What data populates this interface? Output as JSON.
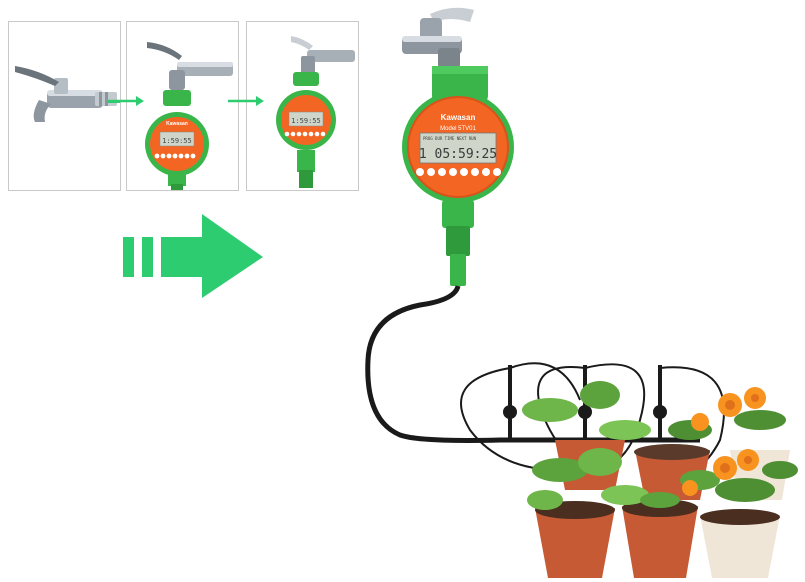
{
  "device": {
    "brand": "Kawasan",
    "model": "Model 5TV01",
    "lcd_main": "1 05:59:25",
    "lcd_labels": "PROG  DUR  TIME  NEXT RUN",
    "small_brand": "Kawasan",
    "small_lcd": "1:59:55"
  },
  "colors": {
    "accent_green": "#2ecc71",
    "device_green": "#3ab54a",
    "device_orange": "#f26522",
    "pot_terracotta": "#c65a35",
    "flower_orange": "#f7931e",
    "hose_black": "#1a1a1a"
  },
  "icons": {
    "step_arrow": "arrow-right-icon",
    "big_arrow": "double-bar-arrow-icon"
  }
}
